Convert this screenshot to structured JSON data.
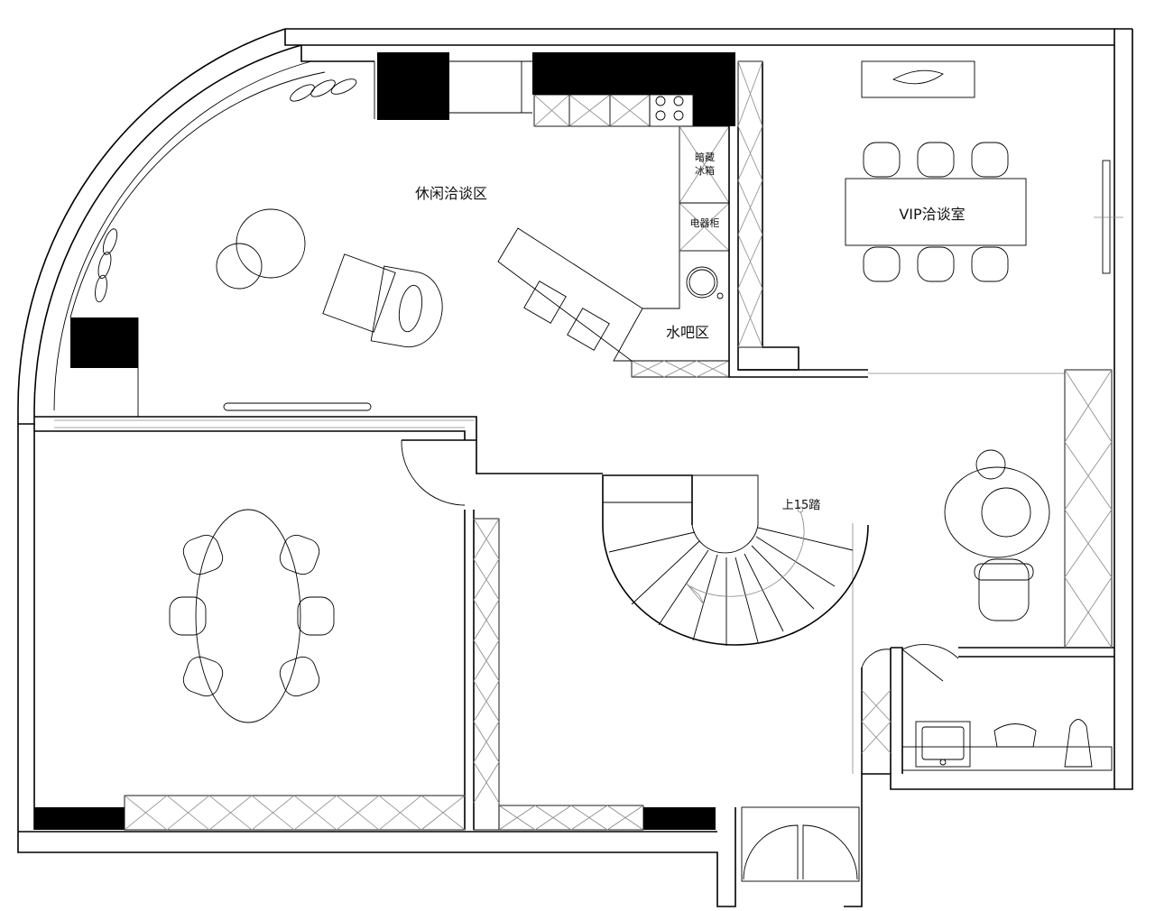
{
  "labels": {
    "lounge": "休闲洽谈区",
    "fridge_line1": "暗藏",
    "fridge_line2": "冰箱",
    "appliance_cabinet": "电器柜",
    "water_bar": "水吧区",
    "vip_room": "VIP洽谈室",
    "stairs": "上15踏"
  },
  "colors": {
    "line": "#000000",
    "fill": "#000000",
    "background": "#ffffff"
  }
}
